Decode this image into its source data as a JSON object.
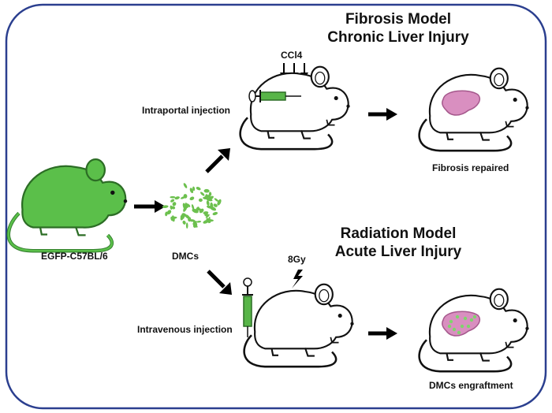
{
  "fibrosis": {
    "title_line1": "Fibrosis Model",
    "title_line2": "Chronic Liver Injury",
    "agent": "CCl4",
    "route": "Intraportal injection",
    "outcome": "Fibrosis repaired"
  },
  "radiation": {
    "title_line1": "Radiation Model",
    "title_line2": "Acute Liver Injury",
    "dose": "8Gy",
    "route": "Intravenous injection",
    "outcome": "DMCs engraftment"
  },
  "donor": {
    "label": "EGFP-C57BL/6"
  },
  "cells": {
    "label": "DMCs"
  },
  "colors": {
    "frame": "#2b3f8f",
    "donor_mouse": "#5bbf4a",
    "cells": "#6cc04e",
    "syringe": "#58b548",
    "liver": "#d98fc0",
    "liver_spots": "#7fd46c",
    "arrow": "#000000"
  }
}
